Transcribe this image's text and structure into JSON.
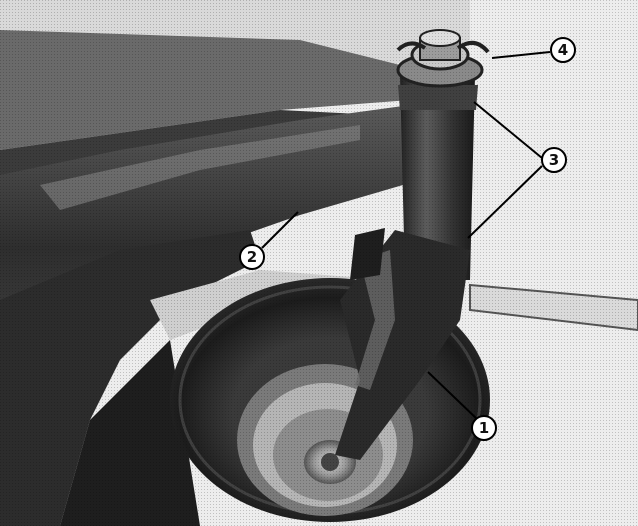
{
  "figure": {
    "background_color": "#f2f2f2",
    "ink_color": "#111111",
    "subject_icon": "caster-wheel-assembly-photo"
  },
  "callouts": [
    {
      "id": "callout-1",
      "label": "1"
    },
    {
      "id": "callout-2",
      "label": "2"
    },
    {
      "id": "callout-3",
      "label": "3"
    },
    {
      "id": "callout-4",
      "label": "4"
    }
  ]
}
